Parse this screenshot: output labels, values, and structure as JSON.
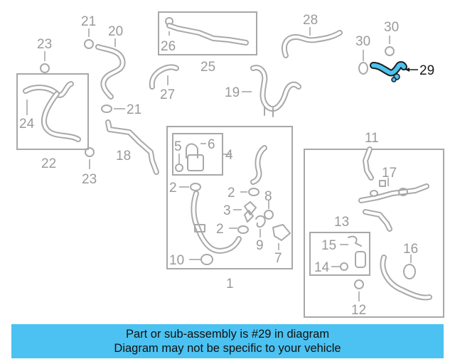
{
  "labels": {
    "l1": "1",
    "l2a": "2",
    "l2b": "2",
    "l2c": "2",
    "l4": "4",
    "l5": "5",
    "l6": "6",
    "l7": "7",
    "l8": "8",
    "l9": "9",
    "l10": "10",
    "l11": "11",
    "l12": "12",
    "l13": "13",
    "l14": "14",
    "l15": "15",
    "l16": "16",
    "l17": "17",
    "l18": "18",
    "l19": "19",
    "l20": "20",
    "l21a": "21",
    "l21b": "21",
    "l22": "22",
    "l23a": "23",
    "l23b": "23",
    "l24": "24",
    "l25": "25",
    "l26": "26",
    "l27": "27",
    "l28": "28",
    "l29": "29",
    "l30": "30",
    "l3": "3"
  },
  "highlight_color": "#4cc2ee",
  "banner": {
    "color": "#4bc2f1",
    "line1": "Part or sub-assembly is #29 in diagram",
    "line2": "Diagram may not be specific to your vehicle"
  }
}
